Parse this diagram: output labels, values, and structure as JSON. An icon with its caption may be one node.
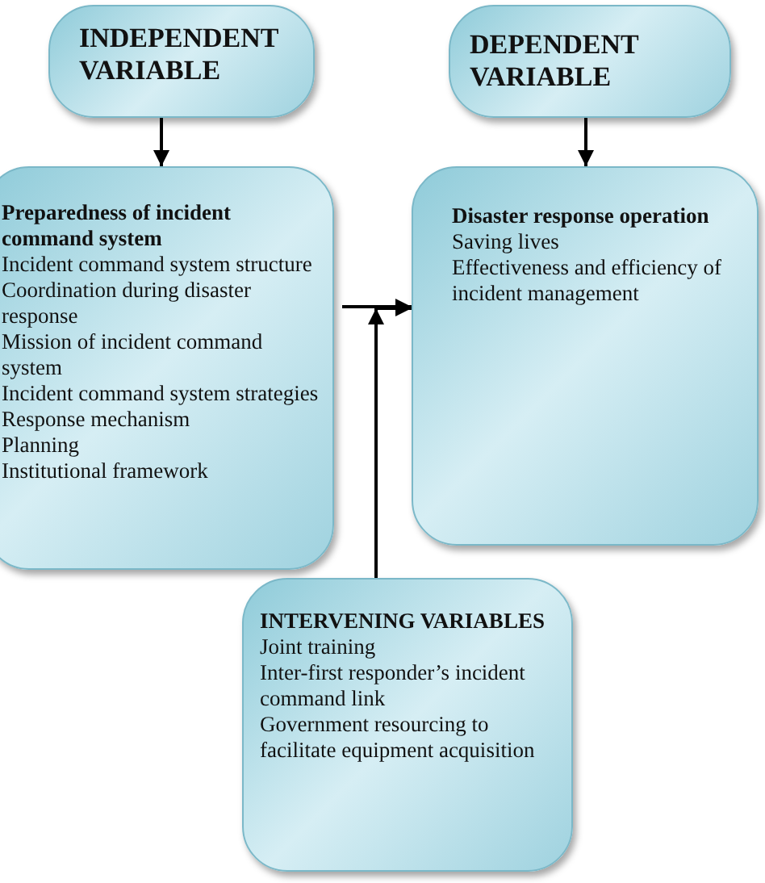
{
  "diagram": {
    "nodes": [
      {
        "text": [
          "INDEPENDENT VARIABLE"
        ]
      },
      {
        "text": [
          "DEPENDENT VARIABLE"
        ]
      },
      {
        "text": [
          "Preparedness of incident command system",
          "Incident command system structure",
          "Coordination during disaster response",
          "Mission of incident command system",
          "Incident command system strategies",
          "Response mechanism",
          "Planning",
          "Institutional framework"
        ]
      },
      {
        "text": [
          "Disaster response operation",
          "Saving lives",
          "Effectiveness and efficiency of incident management"
        ]
      },
      {
        "text": [
          "INTERVENING VARIABLES",
          "Joint training",
          "Inter-first responder’s incident command link",
          "Government resourcing to facilitate equipment acquisition"
        ]
      }
    ],
    "edges": [
      {
        "from": 0,
        "to": 2,
        "arrow": "to"
      },
      {
        "from": 1,
        "to": 3,
        "arrow": "to"
      },
      {
        "from": 2,
        "to": 3,
        "arrow": "to"
      },
      {
        "from": 4,
        "to": 3,
        "arrow": "to"
      }
    ]
  }
}
